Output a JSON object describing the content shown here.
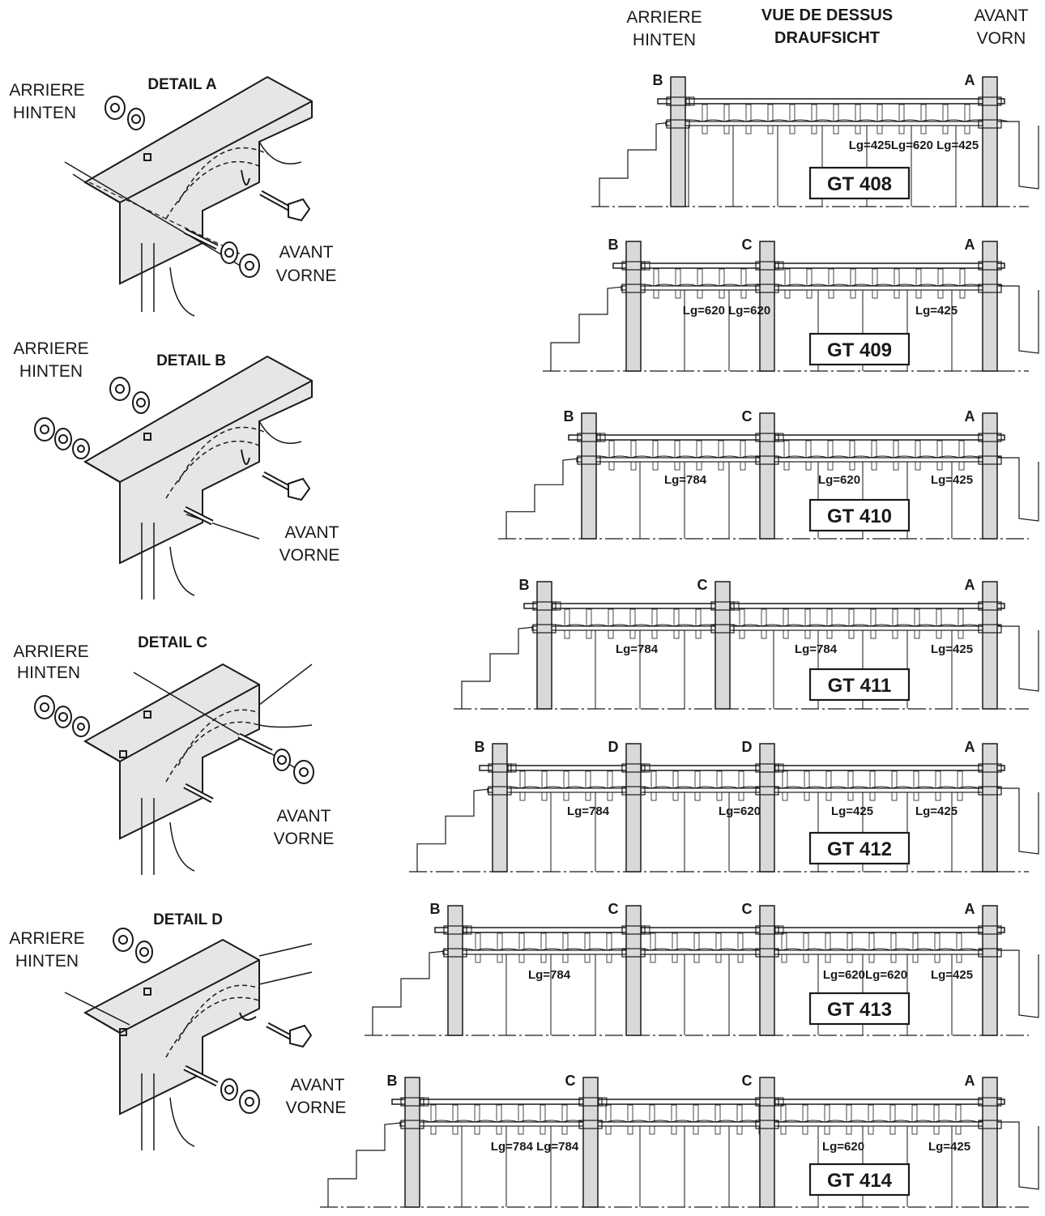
{
  "header": {
    "rear_fr": "ARRIERE",
    "rear_de": "HINTEN",
    "view_fr": "VUE DE DESSUS",
    "view_de": "DRAUFSICHT",
    "front_fr": "AVANT",
    "front_de": "VORN"
  },
  "details": [
    {
      "title": "DETAIL A",
      "rear_fr": "ARRIERE",
      "rear_de": "HINTEN",
      "front_fr": "AVANT",
      "front_de": "VORNE"
    },
    {
      "title": "DETAIL B",
      "rear_fr": "ARRIERE",
      "rear_de": "HINTEN",
      "front_fr": "AVANT",
      "front_de": "VORNE"
    },
    {
      "title": "DETAIL C",
      "rear_fr": "ARRIERE",
      "rear_de": "HINTEN",
      "front_fr": "AVANT",
      "front_de": "VORNE"
    },
    {
      "title": "DETAIL D",
      "rear_fr": "ARRIERE",
      "rear_de": "HINTEN",
      "front_fr": "AVANT",
      "front_de": "VORNE"
    }
  ],
  "models": [
    {
      "name": "GT 408",
      "letters": [
        "B",
        "A"
      ],
      "lengths": [
        "Lg=425Lg=620 Lg=425"
      ]
    },
    {
      "name": "GT 409",
      "letters": [
        "B",
        "C",
        "A"
      ],
      "lengths": [
        "Lg=620 Lg=620",
        "Lg=425"
      ]
    },
    {
      "name": "GT 410",
      "letters": [
        "B",
        "C",
        "A"
      ],
      "lengths": [
        "Lg=784",
        "Lg=620",
        "Lg=425"
      ]
    },
    {
      "name": "GT 411",
      "letters": [
        "B",
        "C",
        "A"
      ],
      "lengths": [
        "Lg=784",
        "Lg=784",
        "Lg=425"
      ]
    },
    {
      "name": "GT 412",
      "letters": [
        "B",
        "D",
        "D",
        "A"
      ],
      "lengths": [
        "Lg=784",
        "Lg=620",
        "Lg=425",
        "Lg=425"
      ]
    },
    {
      "name": "GT 413",
      "letters": [
        "B",
        "C",
        "C",
        "A"
      ],
      "lengths": [
        "Lg=784",
        "Lg=620Lg=620",
        "Lg=425"
      ]
    },
    {
      "name": "GT 414",
      "letters": [
        "B",
        "C",
        "C",
        "A"
      ],
      "lengths": [
        "Lg=784 Lg=784",
        "Lg=620",
        "Lg=425"
      ]
    }
  ],
  "colors": {
    "ink": "#1a1a1a",
    "bar_fill": "#d9d9d9",
    "plate_fill": "#e6e6e6"
  }
}
